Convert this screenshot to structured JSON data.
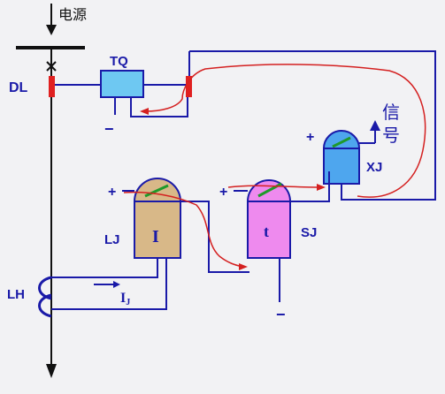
{
  "labels": {
    "power_source": "电源",
    "breaker": "DL",
    "trip_coil": "TQ",
    "current_transformer": "LH",
    "current_relay": "LJ",
    "current_relay_symbol": "I",
    "time_relay": "SJ",
    "time_relay_symbol": "t",
    "signal_relay": "XJ",
    "signal_char_1": "信",
    "signal_char_2": "号",
    "current_label": "I",
    "current_sub": "J",
    "plus": "+",
    "minus": "−"
  },
  "colors": {
    "wire": "#1a1aa8",
    "breaker_contact": "#e02020",
    "trip_coil_fill": "#6ec8f2",
    "current_relay_fill": "#d8b888",
    "time_relay_fill": "#ee8aee",
    "signal_relay_fill": "#4ea6ee",
    "relay_contact": "#1f9a2a",
    "current_path_trace": "#d42020",
    "label_text": "#1a1aa8"
  }
}
